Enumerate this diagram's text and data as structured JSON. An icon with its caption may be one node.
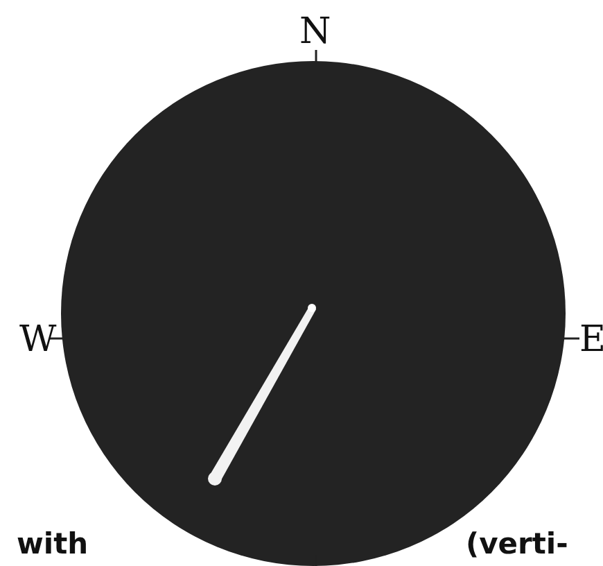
{
  "diagram": {
    "labels": [
      "N",
      "W",
      "E",
      "with",
      "(verti-"
    ]
  }
}
